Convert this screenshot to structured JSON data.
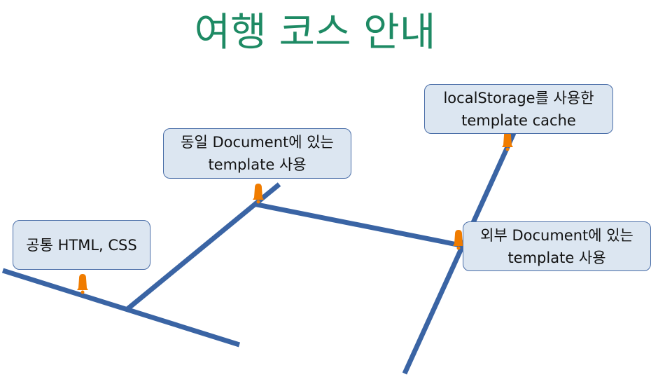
{
  "title": "여행 코스 안내",
  "stops": [
    {
      "line1": "공통 HTML, CSS",
      "line2": ""
    },
    {
      "line1": "동일 Document에 있는",
      "line2": "template 사용"
    },
    {
      "line1": "localStorage를 사용한",
      "line2": "template cache"
    },
    {
      "line1": "외부 Document에 있는",
      "line2": "template 사용"
    }
  ],
  "colors": {
    "title": "#1e8a64",
    "road": "#3a64a4",
    "box_fill": "#dce6f1",
    "box_border": "#4a6ea8",
    "marker": "#f07c00"
  }
}
